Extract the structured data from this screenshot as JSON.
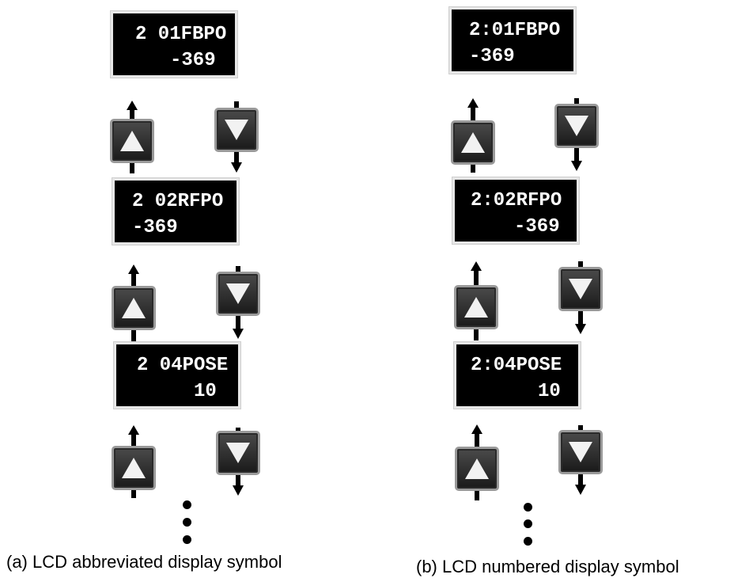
{
  "panels": [
    {
      "caption": "(a) LCD abbreviated display symbol",
      "screens": [
        {
          "line1": "2 01FBPO",
          "line2": "-369"
        },
        {
          "line1": "2 02RFPO",
          "line2": "-369"
        },
        {
          "line1": "2 04POSE",
          "line2": "10"
        }
      ]
    },
    {
      "caption": "(b) LCD numbered display symbol",
      "screens": [
        {
          "line1": "2:01FBPO",
          "line2": "-369"
        },
        {
          "line1": "2:02RFPO",
          "line2": "-369"
        },
        {
          "line1": "2:04POSE",
          "line2": "10"
        }
      ]
    }
  ],
  "icons": {
    "up": "up-button-icon",
    "down": "down-button-icon",
    "more": "ellipsis-icon"
  },
  "colors": {
    "lcd_background": "#000000",
    "lcd_text": "#ffffff",
    "button": "#2a2a2a"
  }
}
